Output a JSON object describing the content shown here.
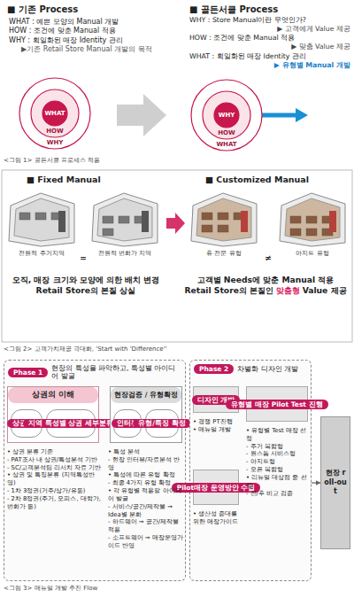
{
  "diagram": {
    "nodes": [
      {
        "text": [
          "WHAT",
          "HOW",
          "WHY"
        ]
      },
      {
        "text": [
          "WHY",
          "HOW",
          "WHAT"
        ]
      },
      {
        "text": [
          "전원적 주거지역"
        ]
      },
      {
        "text": [
          "전원적 번화가 지역"
        ]
      },
      {
        "text": [
          "휴 전문 유형"
        ]
      },
      {
        "text": [
          "아지트 유형"
        ]
      },
      {
        "text": [
          "Phase 1",
          "현장의 특성을 파악하고, 특성별 아이디어 발굴"
        ]
      },
      {
        "text": [
          "상권의 이해"
        ],
        "in": 6
      },
      {
        "text": [
          "상권구분"
        ],
        "in": 7
      },
      {
        "text": [
          "지역 특성별 상권 세부분류"
        ],
        "in": 7
      },
      {
        "text": [
          "현장검증 / 유형확정"
        ],
        "in": 6
      },
      {
        "text": [
          "인터뷰"
        ],
        "in": 10
      },
      {
        "text": [
          "유형/특징 확정"
        ],
        "in": 10
      },
      {
        "text": [
          "Phase 2",
          "차별화 디자인 개발"
        ]
      },
      {
        "text": [
          "디자인 개발"
        ],
        "in": 13
      },
      {
        "text": [
          "유형별 매장 Pilot Test 진행"
        ],
        "in": 13
      },
      {
        "text": [
          "Pilot매장 운영방안 수립"
        ],
        "in": 13
      },
      {
        "text": [
          "현장 roll-out"
        ]
      }
    ],
    "edges": [
      {
        "from": 7,
        "to": 10,
        "arrow": "to"
      },
      {
        "from": 14,
        "to": 15,
        "arrow": "to"
      },
      {
        "from": 16,
        "to": 15,
        "arrow": "to"
      },
      {
        "from": 13,
        "to": 17,
        "arrow": "to"
      }
    ],
    "labels": [
      "■ 기존 Process",
      "WHAT : 예쁜 모양의 Manual 개발",
      "HOW : 조건에 맞춘 Manual 적용",
      "WHY : 획일화된 매장 Identity 관리",
      "▶기존 Retail Store Manual 개발의 목적",
      "■ 골든서클 Process",
      "WHY : Store Manual이란 무엇인가?",
      "▶ 고객에게 Value 제공",
      "HOW : 조건에 맞춘 Manual 적용",
      "▶ 맞춤 Value 제공",
      "WHAT : 획일화된 매장 Identity 관리",
      "▶ 유형별 Manual 개발",
      "<그림 1> 골든서클 프로세스 적용",
      "■ Fixed Manual",
      "■ Customized Manual",
      "=",
      "≠",
      "오직, 매장 크기와 모양에 의한 배치 변경",
      "Retail Store의 본질 상실",
      "고객별 Needs에 맞춘 Manual 적용",
      "Retail Store의 본질인",
      "맞춤형",
      "Value 제공",
      "<그림 2> 고객가치재공 극대화, 'Start with 'Difference''",
      "• 상권 분류 기준",
      "- PAT조사 내 상권/특성분석 기반",
      "- SC/고객분석팀 리서치 자료 기반",
      "• 상권 및 특징분류 (지역특성반영)",
      "- 1차 3정권(거주/상가/유동)",
      "- 2차 8정권(주거, 오피스, 대학가, 번화가 등)",
      "• 특성 분석",
      "- 현장 인터뷰/자료분석 반영",
      "• 특성에 따른 유형 확정",
      "- 최종 4가지 유형 확정",
      "• 각 유형별 적용할 아이디어 발굴",
      "- 서비스/공간/제작물 → Idea별 분화",
      "- 하드웨어 → 공간/제작물 적용",
      "- 소프트웨어 → 매장운영가이드 반영",
      "• 경쟁 PT진행",
      "• 매뉴얼 개발",
      "• 생산성 증대를 위한 매장가이드",
      "• 유형별 Test 매장 선정",
      "- 주거 복합형",
      "- 원스톱 서비스형",
      "- 아지트형",
      "- 오픈 복합형",
      "• 리뉴얼 대상점 중 선정",
      "- 전/후 비교 검증",
      "<그림 3> 매뉴얼 개발 추진 Flow"
    ]
  }
}
